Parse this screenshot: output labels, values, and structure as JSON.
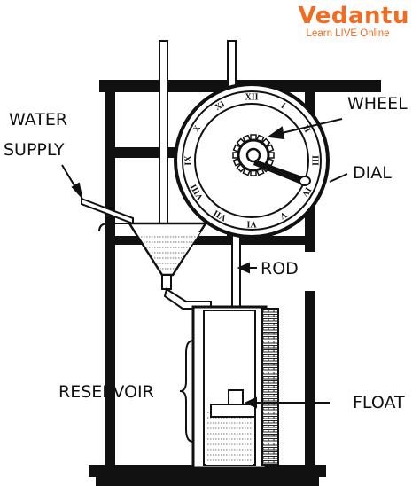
{
  "logo": {
    "brand": "Vedantu",
    "tagline": "Learn LIVE Online"
  },
  "labels": {
    "water_supply_line1": "WATER",
    "water_supply_line2": "SUPPLY",
    "wheel": "WHEEL",
    "dial": "DIAL",
    "rod": "ROD",
    "reservoir": "RESERVOIR",
    "float": "FLOAT"
  },
  "dial_numerals": [
    "I",
    "II",
    "III",
    "IV",
    "V",
    "VI",
    "VII",
    "VIII",
    "IX",
    "X",
    "XI",
    "XII"
  ],
  "colors": {
    "brand": "#f26b21",
    "ink": "#111111",
    "water": "#bdbdbd"
  }
}
